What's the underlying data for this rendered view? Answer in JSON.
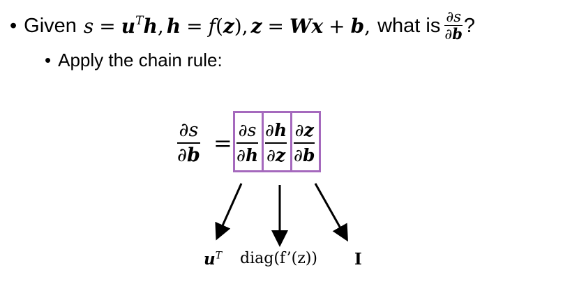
{
  "bullets": {
    "line1": {
      "bullet": "•",
      "given": "Given",
      "what_is": "what is",
      "qmark": "?"
    },
    "line2": {
      "bullet": "•",
      "text": "Apply the chain rule:"
    }
  },
  "math": {
    "s": "s",
    "u": "u",
    "T": "T",
    "h": "h",
    "f": "f",
    "z": "z",
    "W": "W",
    "x": "x",
    "b": "b",
    "eq": "=",
    "plus": "+",
    "comma": ",",
    "lparen": "(",
    "rparen": ")",
    "partial": "∂"
  },
  "equation": {
    "lhs_num": "∂s",
    "lhs_den": "∂b",
    "eq": "=",
    "terms": [
      {
        "num_d": "∂",
        "num_v": "s",
        "den_d": "∂",
        "den_v": "h"
      },
      {
        "num_d": "∂",
        "num_v": "h",
        "den_d": "∂",
        "den_v": "z"
      },
      {
        "num_d": "∂",
        "num_v": "z",
        "den_d": "∂",
        "den_v": "b"
      }
    ]
  },
  "results": {
    "first_base": "u",
    "first_sup": "T",
    "second": "diag(f’(z))",
    "third": "I"
  },
  "colors": {
    "box": "#a569bd",
    "text": "#000000"
  }
}
